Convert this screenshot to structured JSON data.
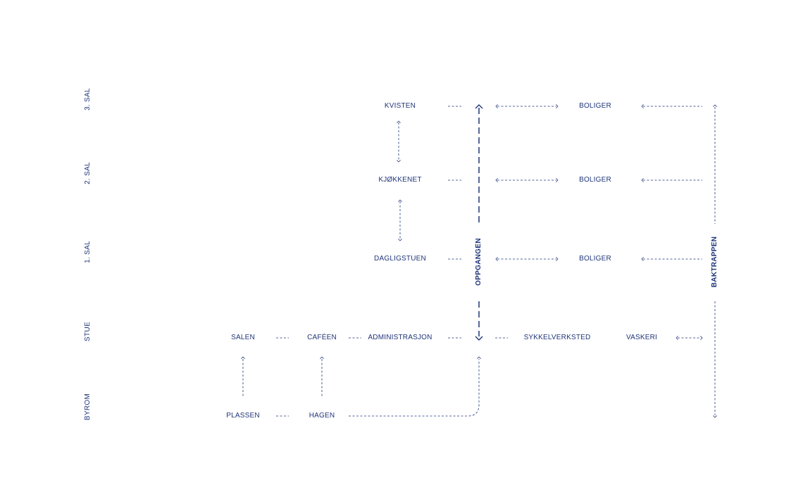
{
  "colors": {
    "ink": "#1f3478",
    "background": "#ffffff"
  },
  "floors": [
    "3. SAL",
    "2. SAL",
    "1. SAL",
    "STUE",
    "BYROM"
  ],
  "spaces": {
    "kvisten": "KVISTEN",
    "kjokkenet": "KJØKKENET",
    "dagligstuen": "DAGLIGSTUEN",
    "boliger": "BOLIGER",
    "salen": "SALEN",
    "cafeen": "CAFÉEN",
    "administrasjon": "ADMINISTRASJON",
    "sykkelverksted": "SYKKELVERKSTED",
    "vaskeri": "VASKERI",
    "plassen": "PLASSEN",
    "hagen": "HAGEN"
  },
  "circulation": {
    "main_stair": "OPPGANGEN",
    "back_stair": "BAKTRAPPEN"
  }
}
